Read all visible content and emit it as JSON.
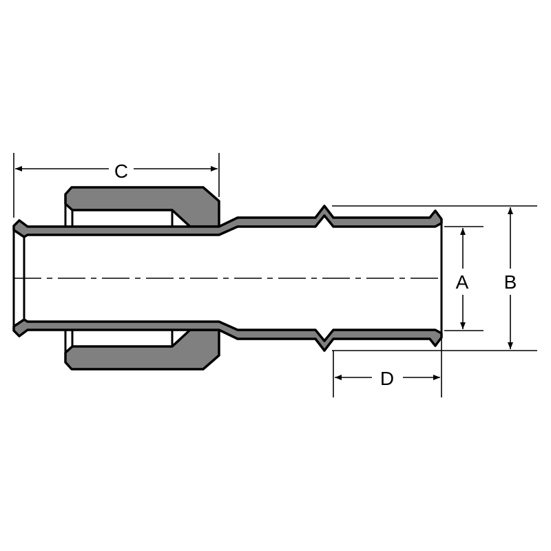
{
  "diagram": {
    "dimensions": {
      "A": "A",
      "B": "B",
      "C": "C",
      "D": "D"
    },
    "colors": {
      "part_fill": "#808080",
      "outline": "#000000",
      "background": "#ffffff"
    }
  }
}
